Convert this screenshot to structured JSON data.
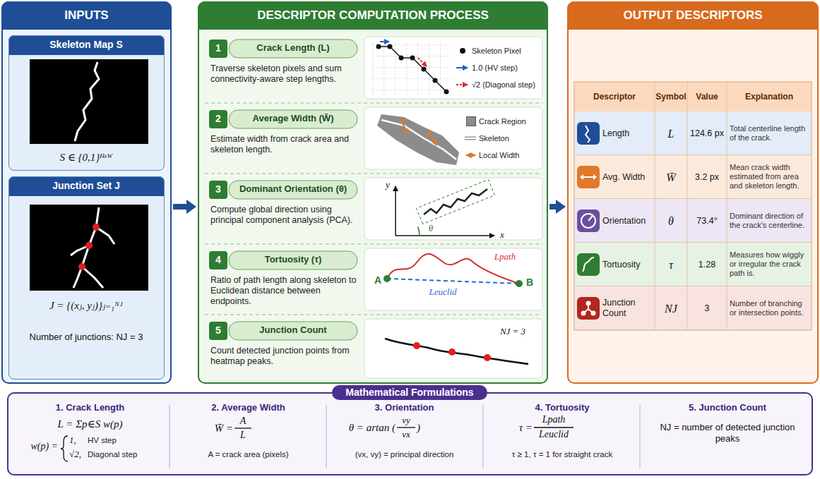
{
  "diagram": {
    "nodes": [
      {
        "text": [
          "INPUTS"
        ]
      },
      {
        "text": [
          "Skeleton Map S",
          "S ∈ {0,1}ᴴˣᵂ"
        ],
        "in": 0
      },
      {
        "text": [
          "Junction Set J",
          "J = {(xⱼ, yⱼ)}ⱼ₌₁ᴺᴶ",
          "Number of junctions: NJ = 3"
        ],
        "in": 0
      },
      {
        "text": [
          "DESCRIPTOR COMPUTATION PROCESS"
        ]
      },
      {
        "text": [
          "1",
          "Crack Length (L)",
          "Traverse skeleton pixels and sum connectivity-aware step lengths."
        ],
        "in": 3
      },
      {
        "text": [
          "2",
          "Average Width (W̄)",
          "Estimate width from crack area and skeleton length."
        ],
        "in": 3
      },
      {
        "text": [
          "3",
          "Dominant Orientation (θ)",
          "Compute global direction using principal component analysis (PCA)."
        ],
        "in": 3
      },
      {
        "text": [
          "4",
          "Tortuosity (τ)",
          "Ratio of path length along skeleton to Euclidean distance between endpoints."
        ],
        "in": 3
      },
      {
        "text": [
          "5",
          "Junction Count",
          "Count detected junction points from heatmap peaks."
        ],
        "in": 3
      },
      {
        "text": [
          "OUTPUT DESCRIPTORS"
        ]
      },
      {
        "text": [
          "Descriptor",
          "Symbol",
          "Value",
          "Explanation"
        ],
        "in": 9
      },
      {
        "text": [
          "Length",
          "L",
          "124.6 px",
          "Total centerline length of the crack."
        ],
        "in": 9
      },
      {
        "text": [
          "Avg. Width",
          "W̄",
          "3.2 px",
          "Mean crack width estimated from area and skeleton length."
        ],
        "in": 9
      },
      {
        "text": [
          "Orientation",
          "θ",
          "73.4°",
          "Dominant direction of the crack's centerline."
        ],
        "in": 9
      },
      {
        "text": [
          "Tortuosity",
          "τ",
          "1.28",
          "Measures how wiggly or irregular the crack path is."
        ],
        "in": 9
      },
      {
        "text": [
          "Junction Count",
          "NJ",
          "3",
          "Number of branching or intersection points."
        ],
        "in": 9
      },
      {
        "text": [
          "Mathematical Formulations"
        ]
      }
    ],
    "edges": [
      {
        "from": 0,
        "to": 3,
        "arrow": "to"
      },
      {
        "from": 3,
        "to": 9,
        "arrow": "to"
      }
    ],
    "labels": [
      "y",
      "x",
      "θ",
      "A",
      "Lpath",
      "Leuclid",
      "B",
      "NJ = 3",
      "1. Crack Length",
      "L = Σp∈S w(p)",
      "w(p) =",
      "1,",
      "HV step",
      "√2,",
      "Diagonal step",
      "2. Average Width",
      "W̄ =",
      "A",
      "L",
      "A = crack area (pixels)",
      "3. Orientation",
      "θ = artan (",
      "vy",
      "vx",
      ")",
      "(vx, vy) = principal direction",
      "4. Tortuosity",
      "τ =",
      "Lpath",
      "Leuclid",
      "τ ≥ 1, τ = 1 for straight crack",
      "5. Junction Count",
      "NJ = number of detected junction peaks"
    ],
    "legend": [
      {
        "text": "Skeleton Pixel"
      },
      {
        "text": "1.0 (HV step)"
      },
      {
        "text": "√2 (Diagonal step)"
      },
      {
        "text": "Crack Region",
        "color": "#8c8c8c"
      },
      {
        "text": "Skeleton"
      },
      {
        "text": "Local Width"
      }
    ]
  }
}
